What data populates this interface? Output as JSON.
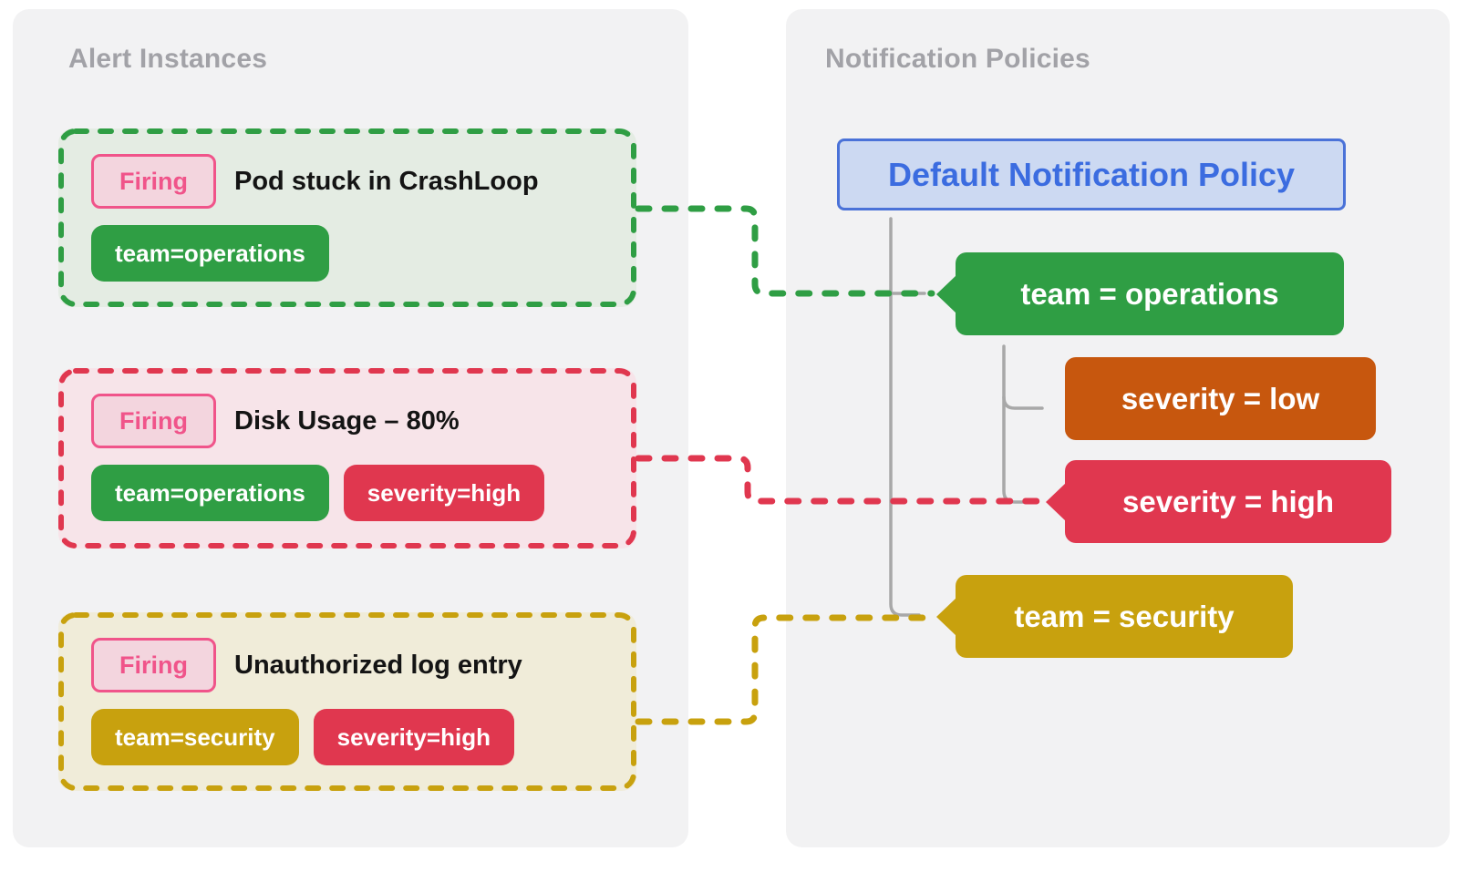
{
  "colors": {
    "green": "#2f9e44",
    "red": "#e0374f",
    "orange": "#c7570e",
    "gold": "#c8a10e",
    "pink": "#f0548a",
    "pink_bg": "#f3d5de",
    "blue_border": "#4a72d8",
    "blue_bg": "#ccd9f2",
    "blue_text": "#3b6ce0",
    "panel_bg": "#f2f2f3",
    "card_green_bg": "#e4ece3",
    "card_red_bg": "#f7e4e9",
    "card_gold_bg": "#f0ecd9",
    "tree_line": "#a8a8a8",
    "title_gray": "#a2a2a7",
    "ink": "#141414"
  },
  "left_panel": {
    "title": "Alert Instances",
    "cards": [
      {
        "status": "Firing",
        "title": "Pod stuck in CrashLoop",
        "labels": [
          {
            "text": "team=operations",
            "color": "green"
          }
        ]
      },
      {
        "status": "Firing",
        "title": "Disk Usage – 80%",
        "labels": [
          {
            "text": "team=operations",
            "color": "green"
          },
          {
            "text": "severity=high",
            "color": "red"
          }
        ]
      },
      {
        "status": "Firing",
        "title": "Unauthorized log entry",
        "labels": [
          {
            "text": "team=security",
            "color": "gold"
          },
          {
            "text": "severity=high",
            "color": "red"
          }
        ]
      }
    ]
  },
  "right_panel": {
    "title": "Notification Policies",
    "root_policy": "Default Notification Policy",
    "nodes": [
      {
        "label": "team = operations",
        "color": "green"
      },
      {
        "label": "severity = low",
        "color": "orange"
      },
      {
        "label": "severity = high",
        "color": "red"
      },
      {
        "label": "team = security",
        "color": "gold"
      }
    ]
  }
}
